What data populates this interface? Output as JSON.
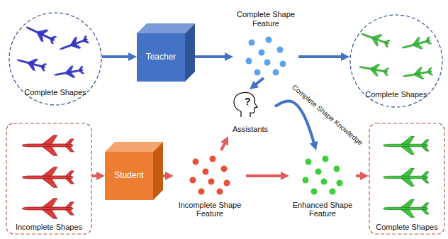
{
  "diagram": {
    "nodes": [
      {
        "text": [
          "Complete Shapes"
        ]
      },
      {
        "text": [
          "Teacher"
        ]
      },
      {
        "text": [
          "Complete Shape Feature"
        ]
      },
      {
        "text": [
          "Complete Shapes"
        ]
      },
      {
        "text": [
          "Assistants"
        ]
      },
      {
        "text": [
          "Incomplete Shapes"
        ]
      },
      {
        "text": [
          "Student"
        ]
      },
      {
        "text": [
          "Incomplete Shape Feature"
        ]
      },
      {
        "text": [
          "Enhanced Shape Feature"
        ]
      },
      {
        "text": [
          "Complete Shapes"
        ]
      }
    ],
    "edges": [
      {
        "from": 0,
        "to": 1,
        "arrow": "to"
      },
      {
        "from": 1,
        "to": 2,
        "arrow": "to"
      },
      {
        "from": 2,
        "to": 3,
        "arrow": "to"
      },
      {
        "from": 2,
        "to": 4,
        "arrow": "to"
      },
      {
        "from": 5,
        "to": 6,
        "arrow": "to"
      },
      {
        "from": 6,
        "to": 7,
        "arrow": "to"
      },
      {
        "from": 7,
        "to": 4,
        "arrow": "to"
      },
      {
        "from": 7,
        "to": 8,
        "arrow": "to"
      },
      {
        "from": 4,
        "to": 8,
        "label": "Complete Shape Knowledge",
        "arrow": "to"
      },
      {
        "from": 8,
        "to": 9,
        "arrow": "to"
      }
    ],
    "labels": [
      "?"
    ]
  }
}
